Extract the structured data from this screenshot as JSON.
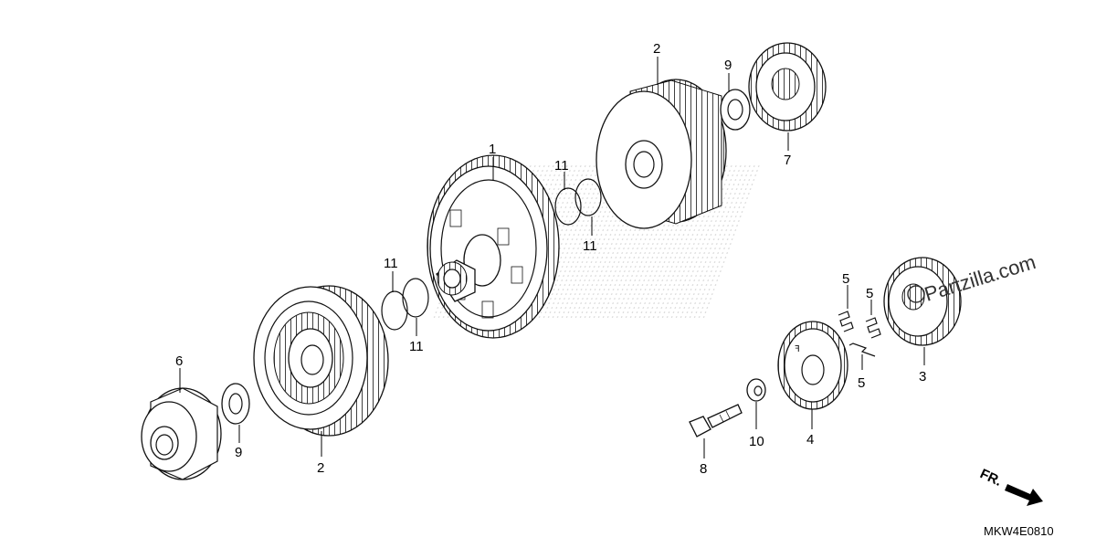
{
  "diagram": {
    "callouts": {
      "c1": "1",
      "c2a": "2",
      "c2b": "2",
      "c3": "3",
      "c4": "4",
      "c5a": "5",
      "c5b": "5",
      "c5c": "5",
      "c6": "6",
      "c7": "7",
      "c8": "8",
      "c9a": "9",
      "c9b": "9",
      "c10": "10",
      "c11a": "11",
      "c11b": "11",
      "c11c": "11",
      "c11d": "11"
    },
    "watermark": "Partzilla.com",
    "diagram_code": "MKW4E0810",
    "direction_label": "FR."
  }
}
